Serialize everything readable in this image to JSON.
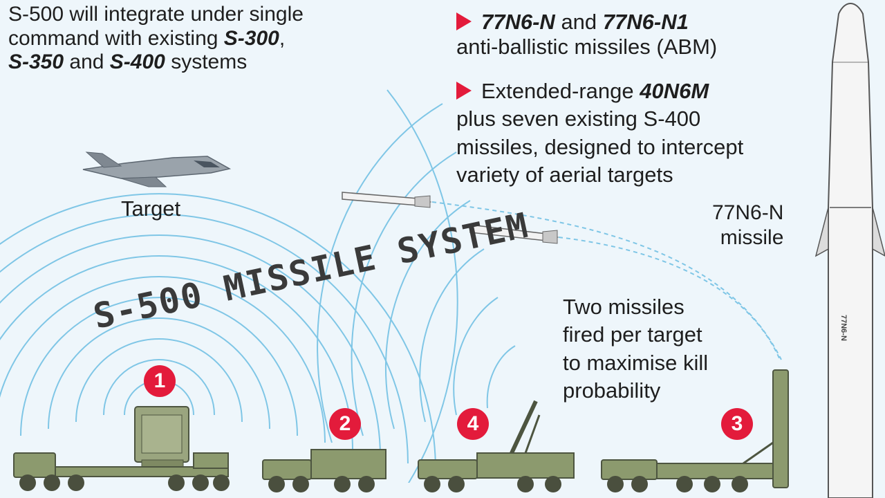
{
  "intro": {
    "line1": "S-500 will integrate under single",
    "line2_pre": "command with existing ",
    "line2_bold": "S-300",
    "line2_post": ",",
    "line3_bold_a": "S-350",
    "line3_mid": " and ",
    "line3_bold_b": "S-400",
    "line3_post": " systems"
  },
  "spec1": {
    "bold_a": "77N6-N",
    "mid": " and ",
    "bold_b": "77N6-N1",
    "line2": "anti-ballistic missiles (ABM)"
  },
  "spec2": {
    "pre": "Extended-range ",
    "bold": "40N6M",
    "line2": "plus seven existing S-400",
    "line3": "missiles, designed to intercept",
    "line4": "variety of aerial targets"
  },
  "target_label": "Target",
  "missile_label": {
    "line1": "77N6-N",
    "line2": "missile"
  },
  "missile_body_text": "77N6-N",
  "fired_label": {
    "line1": "Two missiles",
    "line2": "fired per target",
    "line3": "to maximise kill",
    "line4": "probability"
  },
  "overlay_title": "S-500 MISSILE SYSTEM",
  "badges": {
    "b1": "1",
    "b2": "2",
    "b3": "3",
    "b4": "4"
  },
  "colors": {
    "background": "#eef6fb",
    "wave": "#7fc6e6",
    "accent_red": "#e31b3b",
    "vehicle_green": "#8c9a6e",
    "text": "#1e1e1e"
  }
}
